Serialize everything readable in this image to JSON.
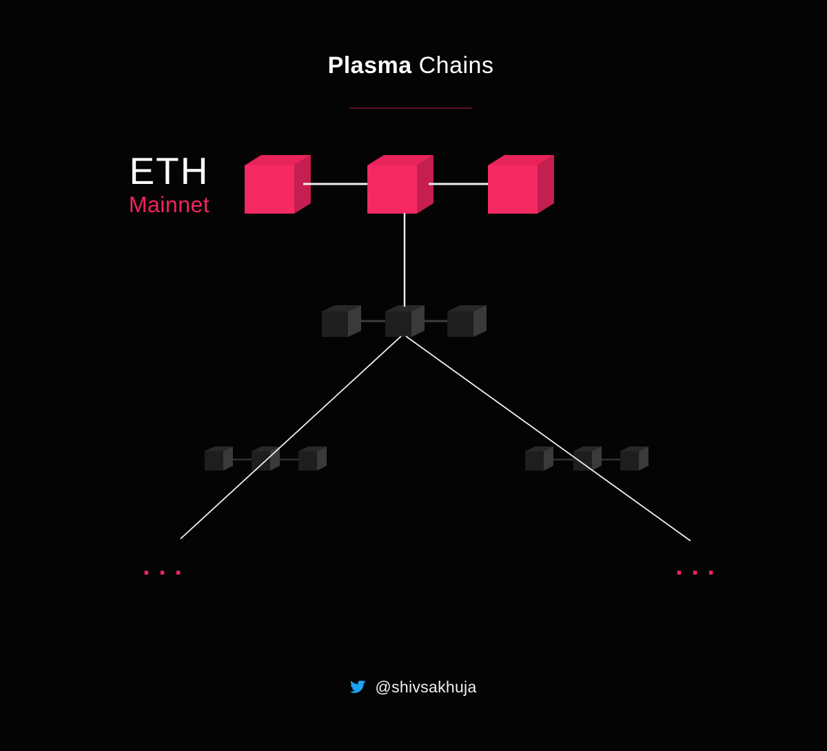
{
  "title": {
    "bold": "Plasma",
    "regular": " Chains"
  },
  "network": {
    "name": "ETH",
    "subtitle": "Mainnet"
  },
  "diagram": {
    "root_chain": {
      "id": "eth-mainnet-chain",
      "label": "ETH Mainnet",
      "block_count": 3,
      "palette": "pink"
    },
    "plasma_chain": {
      "id": "plasma-child-chain",
      "label": "",
      "block_count": 3,
      "palette": "dark"
    },
    "plasma_subchains": [
      {
        "id": "plasma-subchain-left",
        "label": "",
        "block_count": 3,
        "palette": "dark"
      },
      {
        "id": "plasma-subchain-right",
        "label": "",
        "block_count": 3,
        "palette": "dark"
      }
    ],
    "ellipsis": ". . ."
  },
  "footer": {
    "icon": "twitter-bird-icon",
    "handle": "@shivsakhuja"
  },
  "colors": {
    "background": "#040404",
    "accent": "#F3235F",
    "underline": "#5E1126",
    "line_white": "#F2F2F2",
    "connector_mid": "#3E3E3E",
    "connector_small": "#323232",
    "twitter_blue": "#1DA1F2",
    "pink_cube": {
      "front": "#F52A63",
      "top": "#E8235A",
      "side": "#C51E50"
    },
    "gray_cube": {
      "front": "#1E1E1E",
      "top": "#282828",
      "side": "#3A3A3A"
    }
  }
}
